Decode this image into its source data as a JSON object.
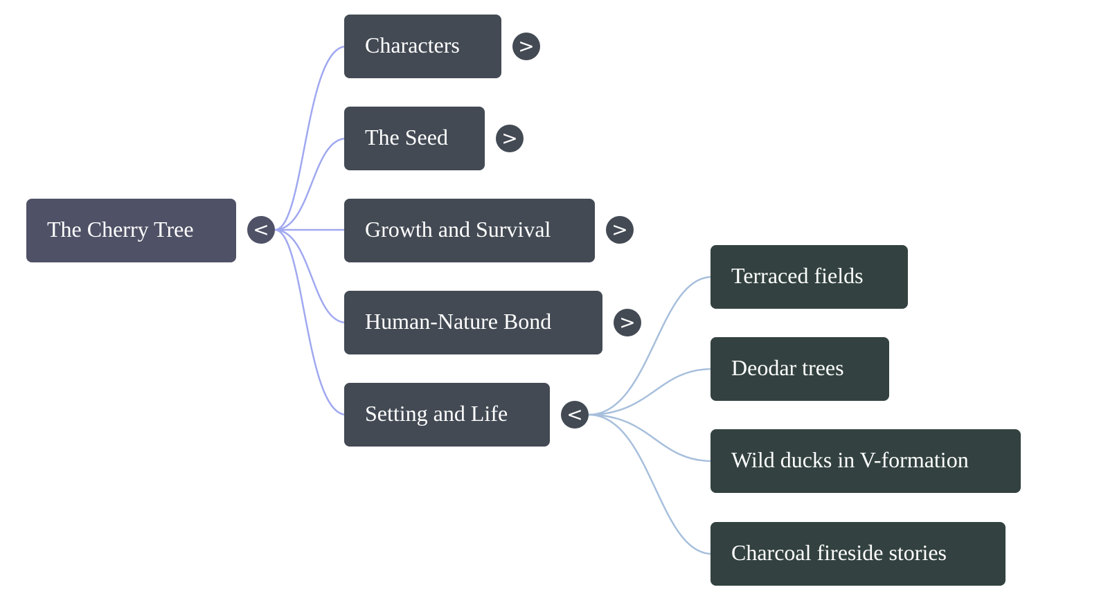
{
  "mindmap": {
    "root": {
      "label": "The Cherry Tree",
      "toggle": "<",
      "expanded": true
    },
    "branches": [
      {
        "label": "Characters",
        "toggle": ">",
        "expanded": false
      },
      {
        "label": "The Seed",
        "toggle": ">",
        "expanded": false
      },
      {
        "label": "Growth and Survival",
        "toggle": ">",
        "expanded": false
      },
      {
        "label": "Human-Nature Bond",
        "toggle": ">",
        "expanded": false
      },
      {
        "label": "Setting and Life",
        "toggle": "<",
        "expanded": true,
        "children": [
          {
            "label": "Terraced fields"
          },
          {
            "label": "Deodar trees"
          },
          {
            "label": "Wild ducks in V-formation"
          },
          {
            "label": "Charcoal fireside stories"
          }
        ]
      }
    ],
    "colors": {
      "root_fill": "#4f5166",
      "branch_fill": "#434a54",
      "leaf_fill": "#334240",
      "branch_link": "#a0a8f0",
      "leaf_link": "#a7bfdc",
      "text": "#ffffff"
    }
  }
}
